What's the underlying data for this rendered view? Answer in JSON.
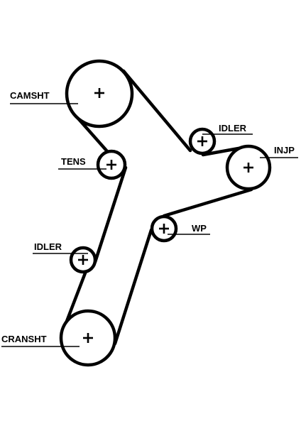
{
  "labels": {
    "camshaft": "CAMSHT",
    "idler_top": "IDLER",
    "injection_pump": "INJP",
    "tensioner": "TENS",
    "water_pump": "WP",
    "idler_left": "IDLER",
    "crankshaft": "CRANSHT"
  }
}
